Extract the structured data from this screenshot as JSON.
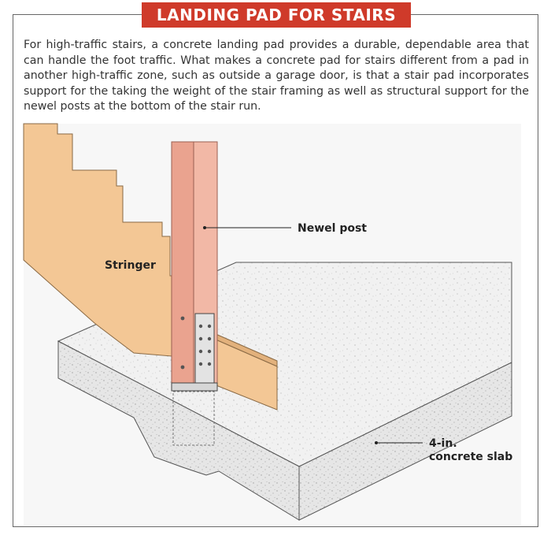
{
  "title": "LANDING PAD FOR STAIRS",
  "intro": "For high-traffic stairs, a concrete landing pad provides a durable, dependable area that can handle the foot traffic. What makes a concrete pad for stairs different from a pad in another high-traffic zone, such as outside a garage door, is that a stair pad incorporates support for the taking the weight of the stair framing as well as structural support for the newel posts at the bottom of the stair run.",
  "labels": {
    "newel_post": "Newel post",
    "stringer": "Stringer",
    "slab_line1": "4-in.",
    "slab_line2": "concrete slab"
  },
  "colors": {
    "title_bg": "#cf3a2a",
    "wood": "#f3c795",
    "post": "#eaa38f",
    "concrete": "#eeeeee",
    "bracket": "#d6d6d6"
  }
}
